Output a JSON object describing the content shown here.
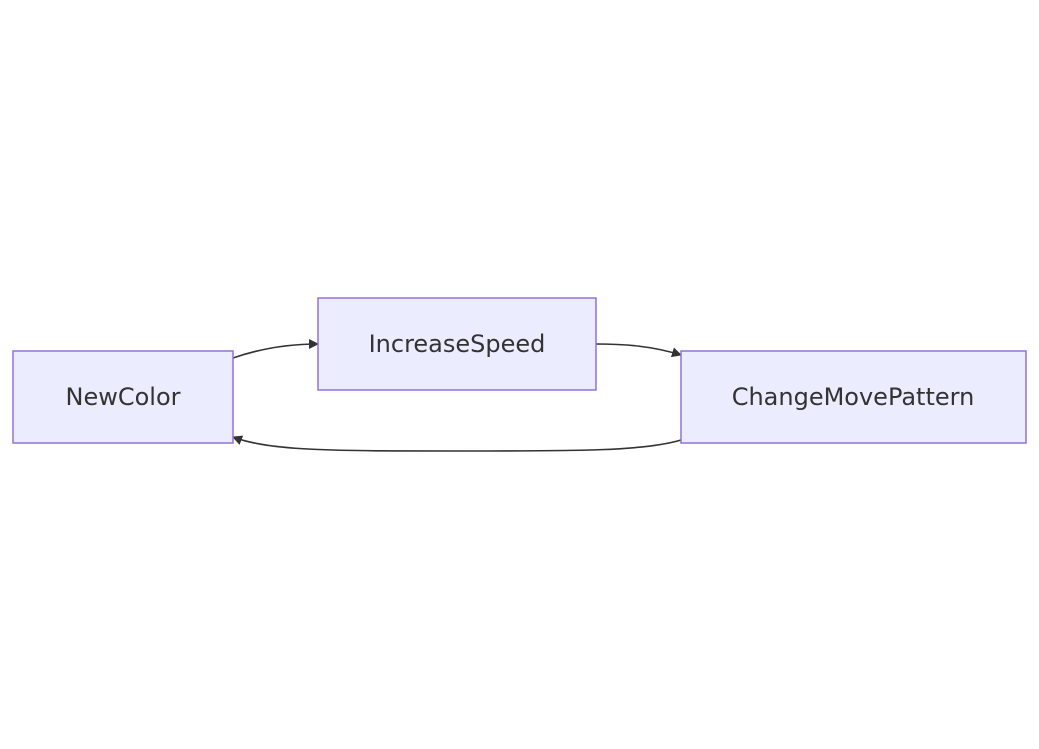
{
  "diagram": {
    "type": "flowchart",
    "direction": "LR",
    "colors": {
      "node_fill": "#ececff",
      "node_stroke": "#9370db",
      "text": "#333333",
      "edge": "#333333",
      "background": "#ffffff"
    },
    "nodes": [
      {
        "id": "NewColor",
        "label": "NewColor"
      },
      {
        "id": "IncreaseSpeed",
        "label": "IncreaseSpeed"
      },
      {
        "id": "ChangeMovePattern",
        "label": "ChangeMovePattern"
      }
    ],
    "edges": [
      {
        "from": "NewColor",
        "to": "IncreaseSpeed"
      },
      {
        "from": "IncreaseSpeed",
        "to": "ChangeMovePattern"
      },
      {
        "from": "ChangeMovePattern",
        "to": "NewColor"
      }
    ]
  }
}
